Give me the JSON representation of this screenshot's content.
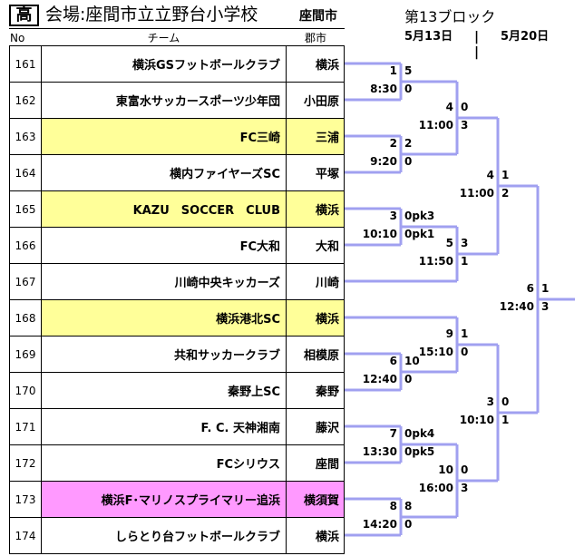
{
  "header": {
    "grade": "高",
    "venue": "会場:座間市立立野台小学校",
    "venue_city": "座間市",
    "block": "第13ブロック",
    "dates": [
      "5月13日",
      "5月20日"
    ],
    "date_separator": "|",
    "columns": {
      "no": "No",
      "team": "チーム",
      "city": "郡市"
    }
  },
  "colors": {
    "bracket_line": "#a0a0f0",
    "highlight_yellow": "#ffff99",
    "highlight_pink": "#ff99ff"
  },
  "teams": [
    {
      "no": "161",
      "name": "横浜GSフットボールクラブ",
      "city": "横浜",
      "highlight": ""
    },
    {
      "no": "162",
      "name": "東富水サッカースポーツ少年団",
      "city": "小田原",
      "highlight": ""
    },
    {
      "no": "163",
      "name": "FC三崎",
      "city": "三浦",
      "highlight": "yellow"
    },
    {
      "no": "164",
      "name": "横内ファイヤーズSC",
      "city": "平塚",
      "highlight": ""
    },
    {
      "no": "165",
      "name": "KAZU　SOCCER　CLUB",
      "city": "横浜",
      "highlight": "yellow"
    },
    {
      "no": "166",
      "name": "FC大和",
      "city": "大和",
      "highlight": ""
    },
    {
      "no": "167",
      "name": "川崎中央キッカーズ",
      "city": "川崎",
      "highlight": ""
    },
    {
      "no": "168",
      "name": "横浜港北SC",
      "city": "横浜",
      "highlight": "yellow"
    },
    {
      "no": "169",
      "name": "共和サッカークラブ",
      "city": "相模原",
      "highlight": ""
    },
    {
      "no": "170",
      "name": "秦野上SC",
      "city": "秦野",
      "highlight": ""
    },
    {
      "no": "171",
      "name": "F. C. 天神湘南",
      "city": "藤沢",
      "highlight": ""
    },
    {
      "no": "172",
      "name": "FCシリウス",
      "city": "座間",
      "highlight": ""
    },
    {
      "no": "173",
      "name": "横浜F･マリノスプライマリー追浜",
      "city": "横須賀",
      "highlight": "pink"
    },
    {
      "no": "174",
      "name": "しらとり台フットボールクラブ",
      "city": "横浜",
      "highlight": ""
    }
  ],
  "matches": [
    {
      "id": "m-161-162",
      "court": "1",
      "time": "8:30",
      "score_top": "5",
      "score_bottom": "0"
    },
    {
      "id": "m-163-164",
      "court": "2",
      "time": "9:20",
      "score_top": "2",
      "score_bottom": "0"
    },
    {
      "id": "m-qf1",
      "court": "4",
      "time": "11:00",
      "score_top": "0",
      "score_bottom": "3"
    },
    {
      "id": "m-165-166",
      "court": "3",
      "time": "10:10",
      "score_top": "0pk3",
      "score_bottom": "0pk1"
    },
    {
      "id": "m-qf2",
      "court": "5",
      "time": "11:50",
      "score_top": "3",
      "score_bottom": "1"
    },
    {
      "id": "m-sf1",
      "court": "4",
      "time": "11:00",
      "score_top": "1",
      "score_bottom": "2"
    },
    {
      "id": "m-final",
      "court": "6",
      "time": "12:40",
      "score_top": "1",
      "score_bottom": "3"
    },
    {
      "id": "m-qf3",
      "court": "9",
      "time": "15:10",
      "score_top": "1",
      "score_bottom": "0"
    },
    {
      "id": "m-169-170",
      "court": "6",
      "time": "12:40",
      "score_top": "10",
      "score_bottom": "0"
    },
    {
      "id": "m-sf2",
      "court": "3",
      "time": "10:10",
      "score_top": "0",
      "score_bottom": "1"
    },
    {
      "id": "m-171-172",
      "court": "7",
      "time": "13:30",
      "score_top": "0pk4",
      "score_bottom": "0pk5"
    },
    {
      "id": "m-qf4",
      "court": "10",
      "time": "16:00",
      "score_top": "0",
      "score_bottom": "3"
    },
    {
      "id": "m-173-174",
      "court": "8",
      "time": "14:20",
      "score_top": "8",
      "score_bottom": "0"
    }
  ]
}
